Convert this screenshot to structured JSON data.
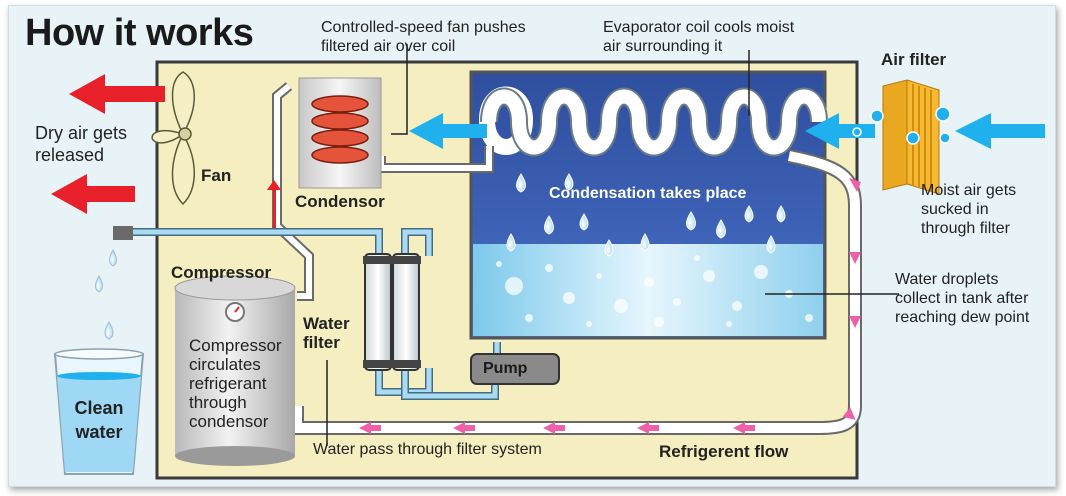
{
  "title": "How it works",
  "labels": {
    "fan_callout": "Controlled-speed fan pushes\nfiltered air over coil",
    "evap_callout": "Evaporator coil cools moist\nair surrounding it",
    "air_filter": "Air filter",
    "dry_air": "Dry air gets\nreleased",
    "fan": "Fan",
    "condensor": "Condensor",
    "condensation": "Condensation takes place",
    "moist_air": "Moist air gets\nsucked in\nthrough filter",
    "compressor": "Compressor",
    "compressor_desc": "Compressor\ncirculates\nrefrigerant\nthrough\ncondensor",
    "water_filter": "Water\nfilter",
    "pump": "Pump",
    "droplets_callout": "Water droplets\ncollect in tank after\nreaching dew point",
    "clean_water": "Clean\nwater",
    "water_pass": "Water pass through filter system",
    "refrigerant_flow": "Refrigerent flow"
  },
  "colors": {
    "cabinet": "#f4eec0",
    "tank": "#3a5aa8",
    "arrow_red": "#e8202a",
    "arrow_blue": "#1fb1ee",
    "pipe_pink": "#f060a8",
    "filter_yellow": "#f5b82e"
  }
}
